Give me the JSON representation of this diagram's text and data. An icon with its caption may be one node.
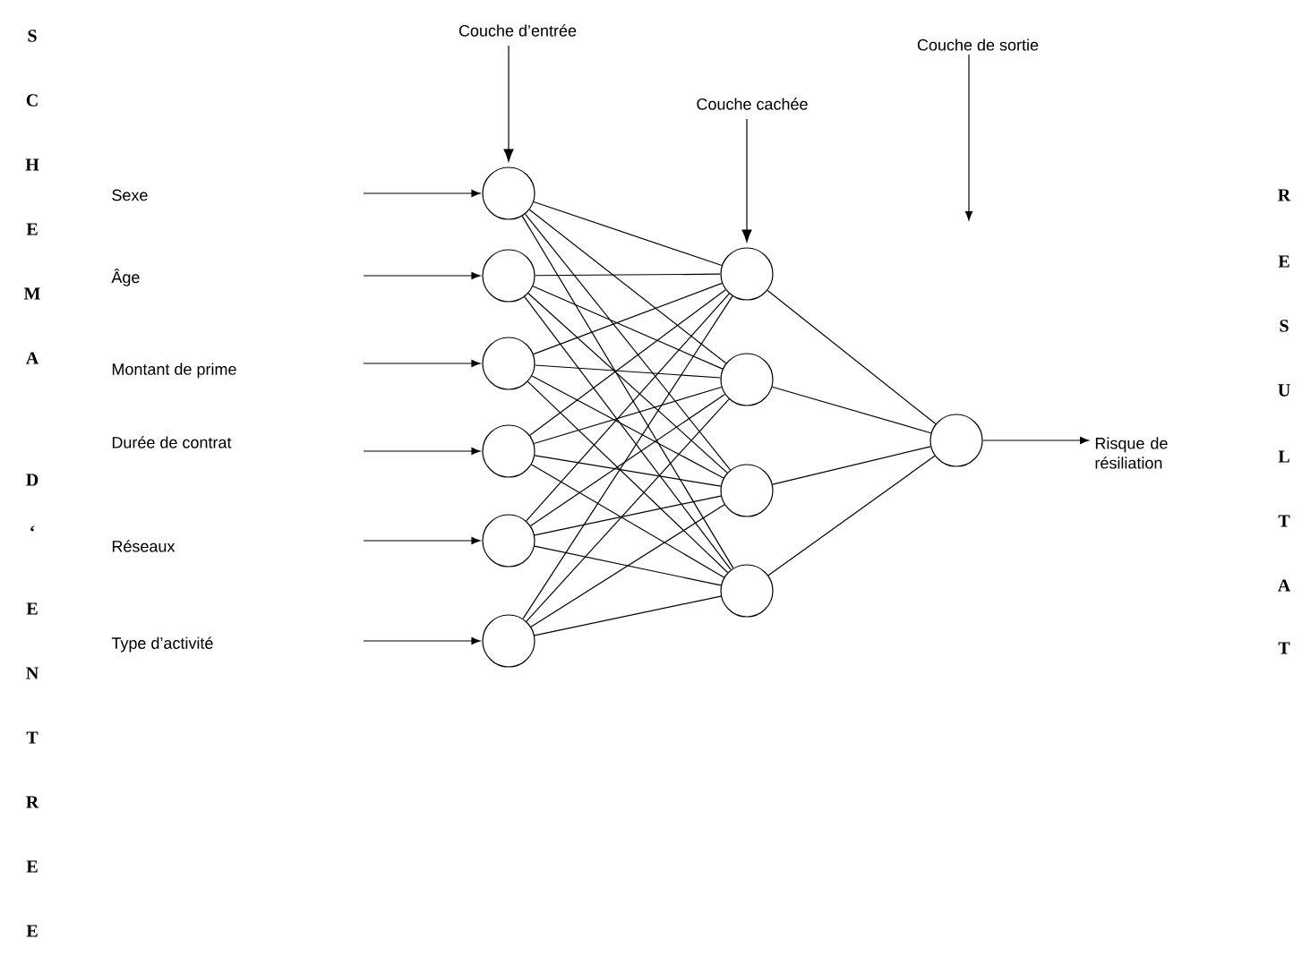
{
  "diagram": {
    "nodes": [
      {
        "text": [],
        "shape": "circle"
      },
      {
        "text": [],
        "shape": "circle"
      },
      {
        "text": [],
        "shape": "circle"
      },
      {
        "text": [],
        "shape": "circle"
      },
      {
        "text": [],
        "shape": "circle"
      },
      {
        "text": [],
        "shape": "circle"
      },
      {
        "text": [],
        "shape": "circle"
      },
      {
        "text": [],
        "shape": "circle"
      },
      {
        "text": [],
        "shape": "circle"
      },
      {
        "text": [],
        "shape": "circle"
      },
      {
        "text": [],
        "shape": "circle"
      },
      {
        "text": [
          "Risque de résiliation"
        ]
      },
      {
        "text": [
          "Couche d’entrée"
        ]
      },
      {
        "text": [
          "Couche cachée"
        ]
      },
      {
        "text": [
          "Couche de sortie"
        ]
      }
    ],
    "edges": [
      {
        "from": null,
        "to": 0,
        "arrow": "to"
      },
      {
        "from": null,
        "to": 1,
        "arrow": "to"
      },
      {
        "from": null,
        "to": 2,
        "arrow": "to"
      },
      {
        "from": null,
        "to": 3,
        "arrow": "to"
      },
      {
        "from": null,
        "to": 4,
        "arrow": "to"
      },
      {
        "from": null,
        "to": 5,
        "arrow": "to"
      },
      {
        "from": 0,
        "to": 6,
        "arrow": "none"
      },
      {
        "from": 0,
        "to": 7,
        "arrow": "none"
      },
      {
        "from": 0,
        "to": 8,
        "arrow": "none"
      },
      {
        "from": 0,
        "to": 9,
        "arrow": "none"
      },
      {
        "from": 1,
        "to": 6,
        "arrow": "none"
      },
      {
        "from": 1,
        "to": 7,
        "arrow": "none"
      },
      {
        "from": 1,
        "to": 8,
        "arrow": "none"
      },
      {
        "from": 1,
        "to": 9,
        "arrow": "none"
      },
      {
        "from": 2,
        "to": 6,
        "arrow": "none"
      },
      {
        "from": 2,
        "to": 7,
        "arrow": "none"
      },
      {
        "from": 2,
        "to": 8,
        "arrow": "none"
      },
      {
        "from": 2,
        "to": 9,
        "arrow": "none"
      },
      {
        "from": 3,
        "to": 6,
        "arrow": "none"
      },
      {
        "from": 3,
        "to": 7,
        "arrow": "none"
      },
      {
        "from": 3,
        "to": 8,
        "arrow": "none"
      },
      {
        "from": 3,
        "to": 9,
        "arrow": "none"
      },
      {
        "from": 4,
        "to": 6,
        "arrow": "none"
      },
      {
        "from": 4,
        "to": 7,
        "arrow": "none"
      },
      {
        "from": 4,
        "to": 8,
        "arrow": "none"
      },
      {
        "from": 4,
        "to": 9,
        "arrow": "none"
      },
      {
        "from": 5,
        "to": 6,
        "arrow": "none"
      },
      {
        "from": 5,
        "to": 7,
        "arrow": "none"
      },
      {
        "from": 5,
        "to": 8,
        "arrow": "none"
      },
      {
        "from": 5,
        "to": 9,
        "arrow": "none"
      },
      {
        "from": 6,
        "to": 10,
        "arrow": "none"
      },
      {
        "from": 7,
        "to": 10,
        "arrow": "none"
      },
      {
        "from": 8,
        "to": 10,
        "arrow": "none"
      },
      {
        "from": 9,
        "to": 10,
        "arrow": "none"
      },
      {
        "from": 10,
        "to": 11,
        "arrow": "to"
      },
      {
        "from": 12,
        "to": 0,
        "arrow": "to"
      },
      {
        "from": 13,
        "to": 6,
        "arrow": "to"
      },
      {
        "from": 14,
        "to": null,
        "arrow": "to"
      }
    ],
    "labels": [
      "S",
      "C",
      "H",
      "E",
      "M",
      "A",
      "D",
      "‘",
      "E",
      "N",
      "T",
      "R",
      "E",
      "E",
      "Sexe",
      "Âge",
      "Montant de prime",
      "Durée de contrat",
      "Réseaux",
      "Type d’activité",
      "R",
      "E",
      "S",
      "U",
      "L",
      "T",
      "A",
      "T"
    ]
  }
}
